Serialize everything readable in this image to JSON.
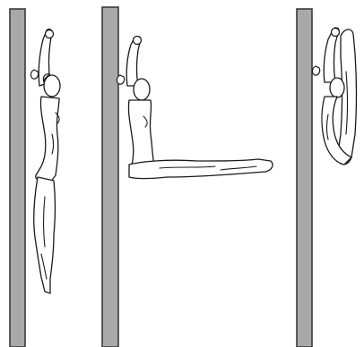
{
  "figure": {
    "panels": [
      {
        "id": "hang-straight",
        "pose": "hang-straight"
      },
      {
        "id": "l-sit-hang",
        "pose": "l-sit-hang"
      },
      {
        "id": "pike-hang",
        "pose": "pike-hang"
      }
    ],
    "colors": {
      "background": "#ffffff",
      "bar_fill": "#a9a9a9",
      "bar_stroke": "#3a3a3a",
      "figure_fill": "#ffffff",
      "figure_stroke": "#1a1a1a"
    },
    "icons": [
      "wall-bars-icon",
      "gymnast-figure-icon"
    ]
  }
}
